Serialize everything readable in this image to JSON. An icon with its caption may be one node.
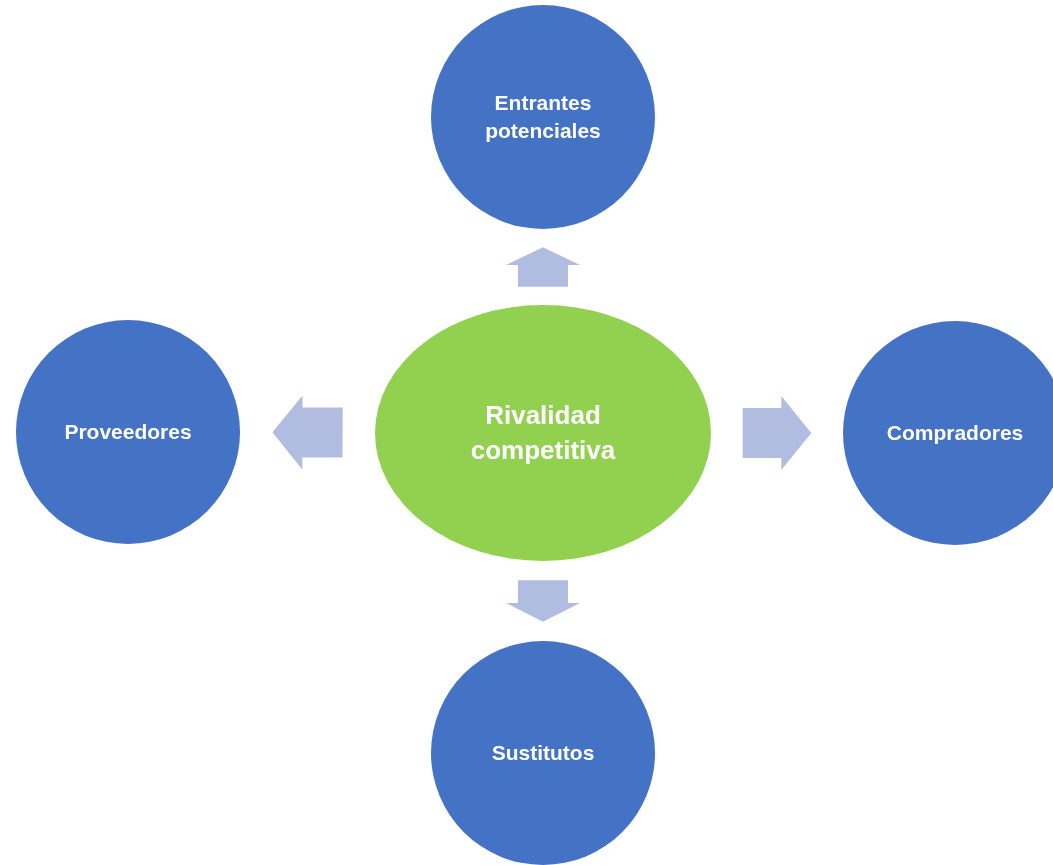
{
  "diagram": {
    "nodes": [
      {
        "text": [
          "Entrantes potenciales"
        ]
      },
      {
        "text": [
          "Proveedores"
        ]
      },
      {
        "text": [
          "Rivalidad competitiva"
        ]
      },
      {
        "text": [
          "Compradores"
        ]
      },
      {
        "text": [
          "Sustitutos"
        ]
      }
    ],
    "edges": [
      {
        "from": 2,
        "to": 0,
        "arrow": "to"
      },
      {
        "from": 2,
        "to": 1,
        "arrow": "to"
      },
      {
        "from": 2,
        "to": 3,
        "arrow": "to"
      },
      {
        "from": 2,
        "to": 4,
        "arrow": "to"
      }
    ]
  }
}
